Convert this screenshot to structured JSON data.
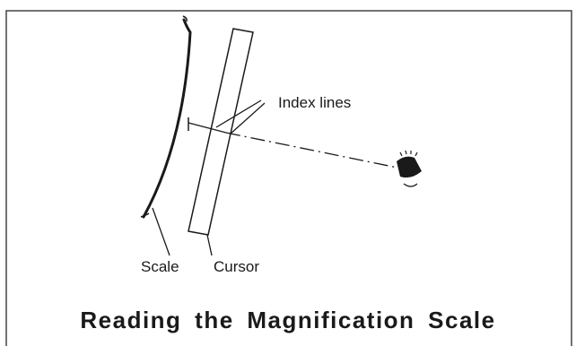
{
  "figure": {
    "caption": "Reading the Magnification Scale",
    "labels": {
      "index_lines": "Index lines",
      "scale": "Scale",
      "cursor": "Cursor"
    }
  },
  "colors": {
    "ink": "#1a1a1a",
    "frame": "#444444",
    "background": "#ffffff"
  }
}
